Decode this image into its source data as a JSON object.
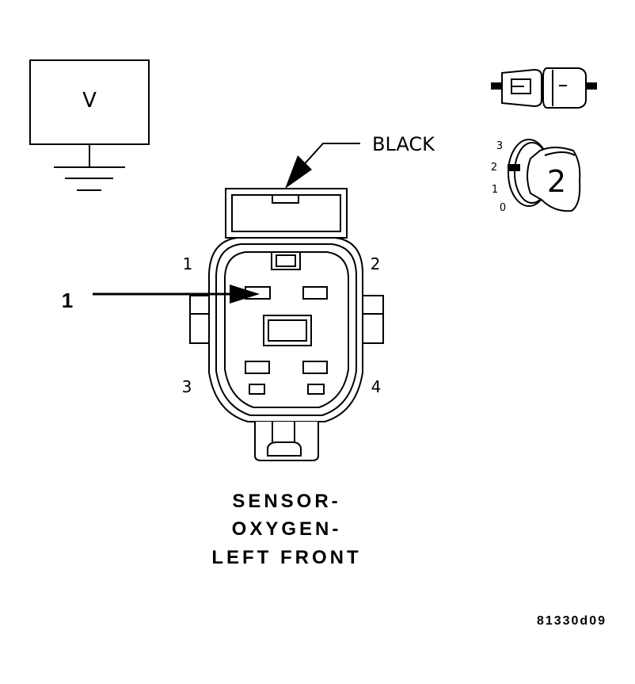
{
  "meter": {
    "label": "V"
  },
  "connector": {
    "color_label": "BLACK",
    "pin_labels": [
      "1",
      "2",
      "3",
      "4"
    ],
    "callout": "1"
  },
  "position_switch": {
    "marks": [
      "3",
      "2",
      "1",
      "0"
    ],
    "selected": "2"
  },
  "title_lines": [
    "SENSOR-",
    "OXYGEN-",
    "LEFT FRONT"
  ],
  "figure_id": "81330d09"
}
